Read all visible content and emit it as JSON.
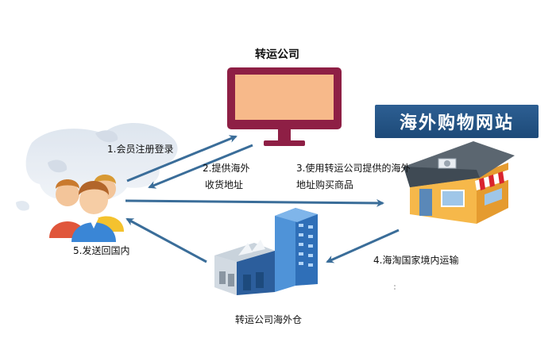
{
  "nodes": {
    "transfer_company": "转运公司",
    "overseas_site": "海外购物网站",
    "warehouse": "转运公司海外仓"
  },
  "steps": {
    "step1": "1.会员注册登录",
    "step2_line1": "2.提供海外",
    "step2_line2": "收货地址",
    "step3_line1": "3.使用转运公司提供的海外",
    "step3_line2": "地址购买商品",
    "step4": "4.海淘国家境内运输",
    "step5": "5.发送回国内"
  },
  "colors": {
    "arrow": "#3a6d99",
    "monitor_frame": "#8e1f45",
    "monitor_screen": "#f7b98a",
    "banner": "#1f4d7c",
    "building_blue": "#3a7bc8",
    "shop_wall": "#f6b84a",
    "awning_red": "#d9242e"
  }
}
